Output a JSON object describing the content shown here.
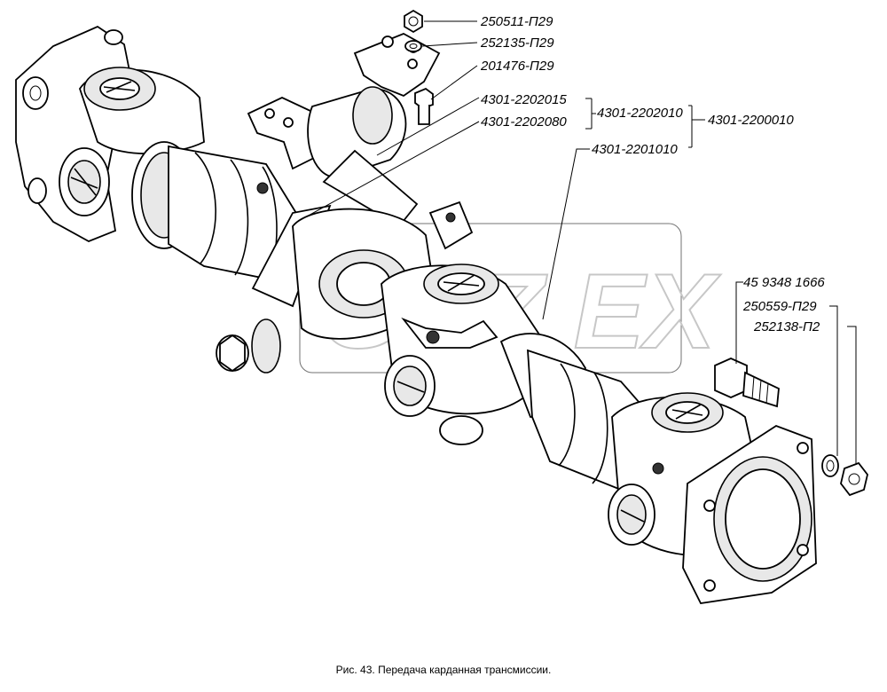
{
  "figure": {
    "caption": "Рис. 43. Передача карданная трансмиссии.",
    "watermark": "GAZ EX"
  },
  "callouts": [
    {
      "id": "nut-top",
      "text": "250511-П29"
    },
    {
      "id": "washer-top",
      "text": "252135-П29"
    },
    {
      "id": "bolt-top",
      "text": "201476-П29"
    },
    {
      "id": "support",
      "text": "4301-2202015"
    },
    {
      "id": "bearing",
      "text": "4301-2202080"
    },
    {
      "id": "shaft-intermediate",
      "text": "4301-2202010"
    },
    {
      "id": "assembly",
      "text": "4301-2200010"
    },
    {
      "id": "shaft-main",
      "text": "4301-2201010"
    },
    {
      "id": "bolt-flange",
      "text": "45 9348 1666"
    },
    {
      "id": "washer-flange",
      "text": "250559-П29"
    },
    {
      "id": "nut-flange",
      "text": "252138-П2"
    }
  ]
}
